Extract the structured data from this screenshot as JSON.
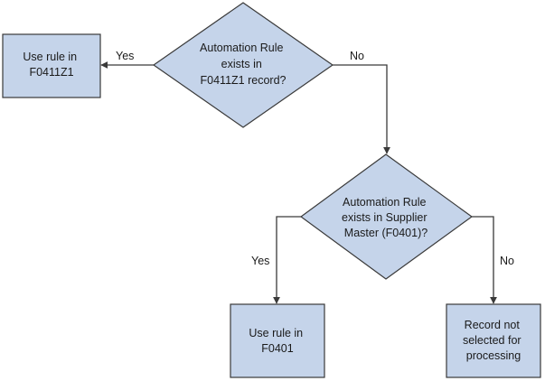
{
  "nodes": {
    "decision_f0411z1": {
      "lines": [
        "Automation Rule",
        "exists in",
        "F0411Z1 record?"
      ]
    },
    "use_rule_f0411z1": {
      "lines": [
        "Use rule in",
        "F0411Z1"
      ]
    },
    "decision_supplier_master": {
      "lines": [
        "Automation Rule",
        "exists in Supplier",
        "Master (F0401)?"
      ]
    },
    "use_rule_f0401": {
      "lines": [
        "Use rule in",
        "F0401"
      ]
    },
    "record_not_selected": {
      "lines": [
        "Record not",
        "selected for",
        "processing"
      ]
    }
  },
  "edges": {
    "first_yes": "Yes",
    "first_no": "No",
    "second_yes": "Yes",
    "second_no": "No"
  },
  "colors": {
    "node_fill": "#c5d4ea",
    "stroke": "#3a3a3a"
  }
}
